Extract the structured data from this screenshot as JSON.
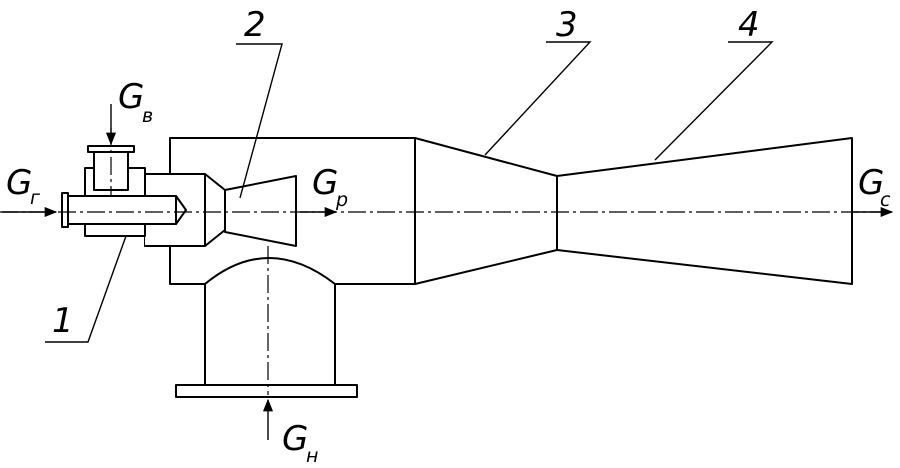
{
  "callouts": [
    {
      "id": "1",
      "text": "1"
    },
    {
      "id": "2",
      "text": "2"
    },
    {
      "id": "3",
      "text": "3"
    },
    {
      "id": "4",
      "text": "4"
    }
  ],
  "flows": {
    "g_gas": {
      "main": "G",
      "sub": "г"
    },
    "g_air": {
      "main": "G",
      "sub": "в"
    },
    "g_p": {
      "main": "G",
      "sub": "p"
    },
    "g_c": {
      "main": "G",
      "sub": "c"
    },
    "g_n": {
      "main": "G",
      "sub": "н"
    }
  }
}
